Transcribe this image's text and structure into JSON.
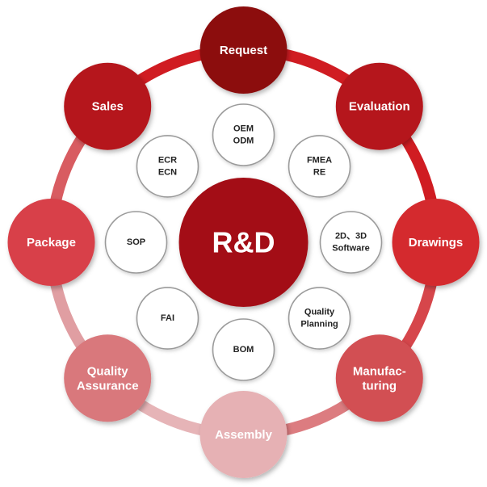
{
  "center": {
    "label": "R&D",
    "color": "#a30f14"
  },
  "outer_nodes": [
    {
      "id": "request",
      "lines": [
        "Request"
      ],
      "color": "#8c0c10"
    },
    {
      "id": "evaluation",
      "lines": [
        "Evaluation"
      ],
      "color": "#b5141a"
    },
    {
      "id": "drawings",
      "lines": [
        "Drawings"
      ],
      "color": "#d42a2e"
    },
    {
      "id": "manufacturing",
      "lines": [
        "Manufac-",
        "turing"
      ],
      "color": "#d24f53"
    },
    {
      "id": "assembly",
      "lines": [
        "Assembly"
      ],
      "color": "#e6b1b4"
    },
    {
      "id": "quality-assurance",
      "lines": [
        "Quality",
        "Assurance"
      ],
      "color": "#d9787c"
    },
    {
      "id": "package",
      "lines": [
        "Package"
      ],
      "color": "#d8404a"
    },
    {
      "id": "sales",
      "lines": [
        "Sales"
      ],
      "color": "#b5141a"
    }
  ],
  "ring_segments": [
    {
      "color": "#d01c22"
    },
    {
      "color": "#d01c22"
    },
    {
      "color": "#d6464b"
    },
    {
      "color": "#dc7c80"
    },
    {
      "color": "#e6b4b7"
    },
    {
      "color": "#e09ea2"
    },
    {
      "color": "#d85c61"
    },
    {
      "color": "#d01c22"
    }
  ],
  "inner_nodes": [
    {
      "id": "oem-odm",
      "lines": [
        "OEM",
        "ODM"
      ]
    },
    {
      "id": "fmea-re",
      "lines": [
        "FMEA",
        "RE"
      ]
    },
    {
      "id": "2d-3d-software",
      "lines": [
        "2D、3D",
        "Software"
      ]
    },
    {
      "id": "quality-planning",
      "lines": [
        "Quality",
        "Planning"
      ]
    },
    {
      "id": "bom",
      "lines": [
        "BOM"
      ]
    },
    {
      "id": "fai",
      "lines": [
        "FAI"
      ]
    },
    {
      "id": "sop",
      "lines": [
        "SOP"
      ]
    },
    {
      "id": "ecr-ecn",
      "lines": [
        "ECR",
        "ECN"
      ]
    }
  ]
}
